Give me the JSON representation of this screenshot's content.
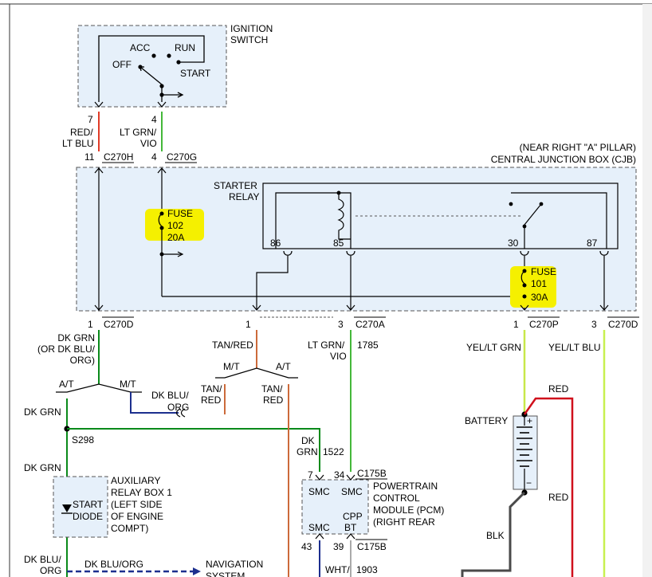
{
  "colors": {
    "box_fill": "#e6f0fa",
    "highlight": "#f5f000",
    "red_lt_blu": "#e03c28",
    "lt_grn_vio": "#44b83a",
    "dk_grn": "#0a8a1a",
    "dk_blu_org": "#1c2f8e",
    "tan_red": "#cc6a3a",
    "yel_lt_grn": "#c8e84a",
    "yel_lt_blu": "#c8f050",
    "red": "#d0101c",
    "blk": "#4a4a4a",
    "wht": "#aaaaaa"
  },
  "labels": {
    "ignition_switch": "IGNITION",
    "ignition_switch_2": "SWITCH",
    "acc": "ACC",
    "run": "RUN",
    "off": "OFF",
    "start": "START",
    "pin7": "7",
    "pin4": "4",
    "red_lt_blu_1": "RED/",
    "red_lt_blu_2": "LT BLU",
    "lt_grn_vio_1": "LT GRN/",
    "lt_grn_vio_2": "VIO",
    "pin11": "11",
    "c270h": "C270H",
    "pin4b": "4",
    "c270g": "C270G",
    "cjb_location": "(NEAR RIGHT \"A\" PILLAR)",
    "cjb_name": "CENTRAL JUNCTION BOX (CJB)",
    "starter_relay_1": "STARTER",
    "starter_relay_2": "RELAY",
    "fuse102_1": "FUSE",
    "fuse102_2": "102",
    "fuse102_3": "20A",
    "fuse101_1": "FUSE",
    "fuse101_2": "101",
    "fuse101_3": "30A",
    "relay86": "86",
    "relay85": "85",
    "relay30": "30",
    "relay87": "87",
    "pin1a": "1",
    "c270d_a": "C270D",
    "pin1b": "1",
    "pin3a": "3",
    "c270a": "C270A",
    "pin1c": "1",
    "c270p": "C270P",
    "pin3b": "3",
    "c270d_b": "C270D",
    "dk_grn_or_1": "DK GRN",
    "dk_grn_or_2": "(OR DK BLU/",
    "dk_grn_or_3": "ORG)",
    "tan_red": "TAN/RED",
    "lt_grn_vio_3": "LT GRN/",
    "lt_grn_vio_4": "VIO",
    "circuit1785": "1785",
    "yel_lt_grn": "YEL/LT GRN",
    "yel_lt_blu": "YEL/LT BLU",
    "at1": "A/T",
    "mt1": "M/T",
    "mt2": "M/T",
    "at2": "A/T",
    "dk_grn_1": "DK GRN",
    "dk_blu_org_1": "DK BLU/",
    "dk_blu_org_2": "ORG",
    "tan_red_2a": "TAN/",
    "tan_red_2b": "RED",
    "tan_red_3a": "TAN/",
    "tan_red_3b": "RED",
    "red_top": "RED",
    "battery": "BATTERY",
    "red_side": "RED",
    "s298": "S298",
    "dk_grn_2": "DK GRN",
    "dk_grn_3a": "DK",
    "dk_grn_3b": "GRN",
    "circuit1522": "1522",
    "pin7b": "7",
    "pin34": "34",
    "c175b_1": "C175B",
    "pcm_1": "POWERTRAIN",
    "pcm_2": "CONTROL",
    "pcm_3": "MODULE (PCM)",
    "pcm_4": "(RIGHT REAR",
    "smc1": "SMC",
    "smc2": "SMC",
    "smc3": "SMC",
    "cpp_1": "CPP",
    "cpp_2": "BT",
    "pin43": "43",
    "pin39": "39",
    "c175b_2": "C175B",
    "aux_1": "AUXILIARY",
    "aux_2": "RELAY BOX 1",
    "aux_3": "(LEFT SIDE",
    "aux_4": "OF ENGINE",
    "aux_5": "COMPT)",
    "start_diode_1": "START",
    "start_diode_2": "DIODE",
    "blk": "BLK",
    "dk_blu_org_3a": "DK BLU/",
    "dk_blu_org_3b": "ORG",
    "dk_blu_org_4": "DK BLU/ORG",
    "nav_1": "NAVIGATION",
    "nav_2": "SYSTEM",
    "wht_1": "WHT/",
    "circuit1903": "1903",
    "battery_plus": "+",
    "battery_minus": "−"
  }
}
